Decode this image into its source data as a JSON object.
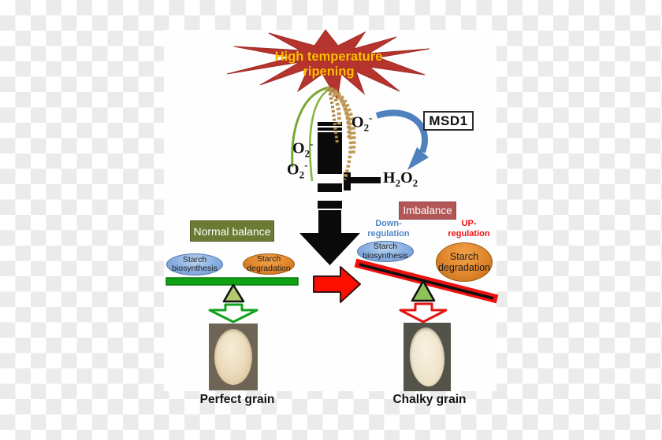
{
  "colors": {
    "burst_red": "#b5342d",
    "burst_text_gold": "#ffc000",
    "curved_arrow_blue": "#4f81bd",
    "normal_box_olive": "#6b7b33",
    "imbalance_box_red": "#b25656",
    "down_regulation_blue": "#4d86c6",
    "up_regulation_red": "#ee1111",
    "beam_green": "#0fa212",
    "beam_red": "#ee1111",
    "ellipse_blue": "#8fb4e4",
    "ellipse_orange": "#e0862c",
    "big_arrow_black": "#0a0a0a",
    "big_arrow_red": "#fb0f00"
  },
  "burst": {
    "line1": "High temperature",
    "line2": "ripening"
  },
  "enzyme": {
    "label": "MSD1"
  },
  "chemistry": {
    "superoxide": {
      "symbol": "O",
      "subscript": "2",
      "superscript": "-"
    },
    "h2o2": {
      "p1": "H",
      "s1": "2",
      "p2": "O",
      "s2": "2"
    }
  },
  "left_balance": {
    "title": "Normal balance",
    "biosynthesis": {
      "line1": "Starch",
      "line2": "biosynthesis"
    },
    "degradation": {
      "line1": "Starch",
      "line2": "degradation"
    },
    "grain_label": "Perfect grain"
  },
  "right_balance": {
    "title": "Imbalance",
    "down_regulation": {
      "line1": "Down-",
      "line2": "regulation"
    },
    "up_regulation": {
      "line1": "UP-",
      "line2": "regulation"
    },
    "biosynthesis": {
      "line1": "Starch",
      "line2": "biosynthesis"
    },
    "degradation": {
      "line1": "Starch",
      "line2": "degradation"
    },
    "grain_label": "Chalky grain"
  }
}
